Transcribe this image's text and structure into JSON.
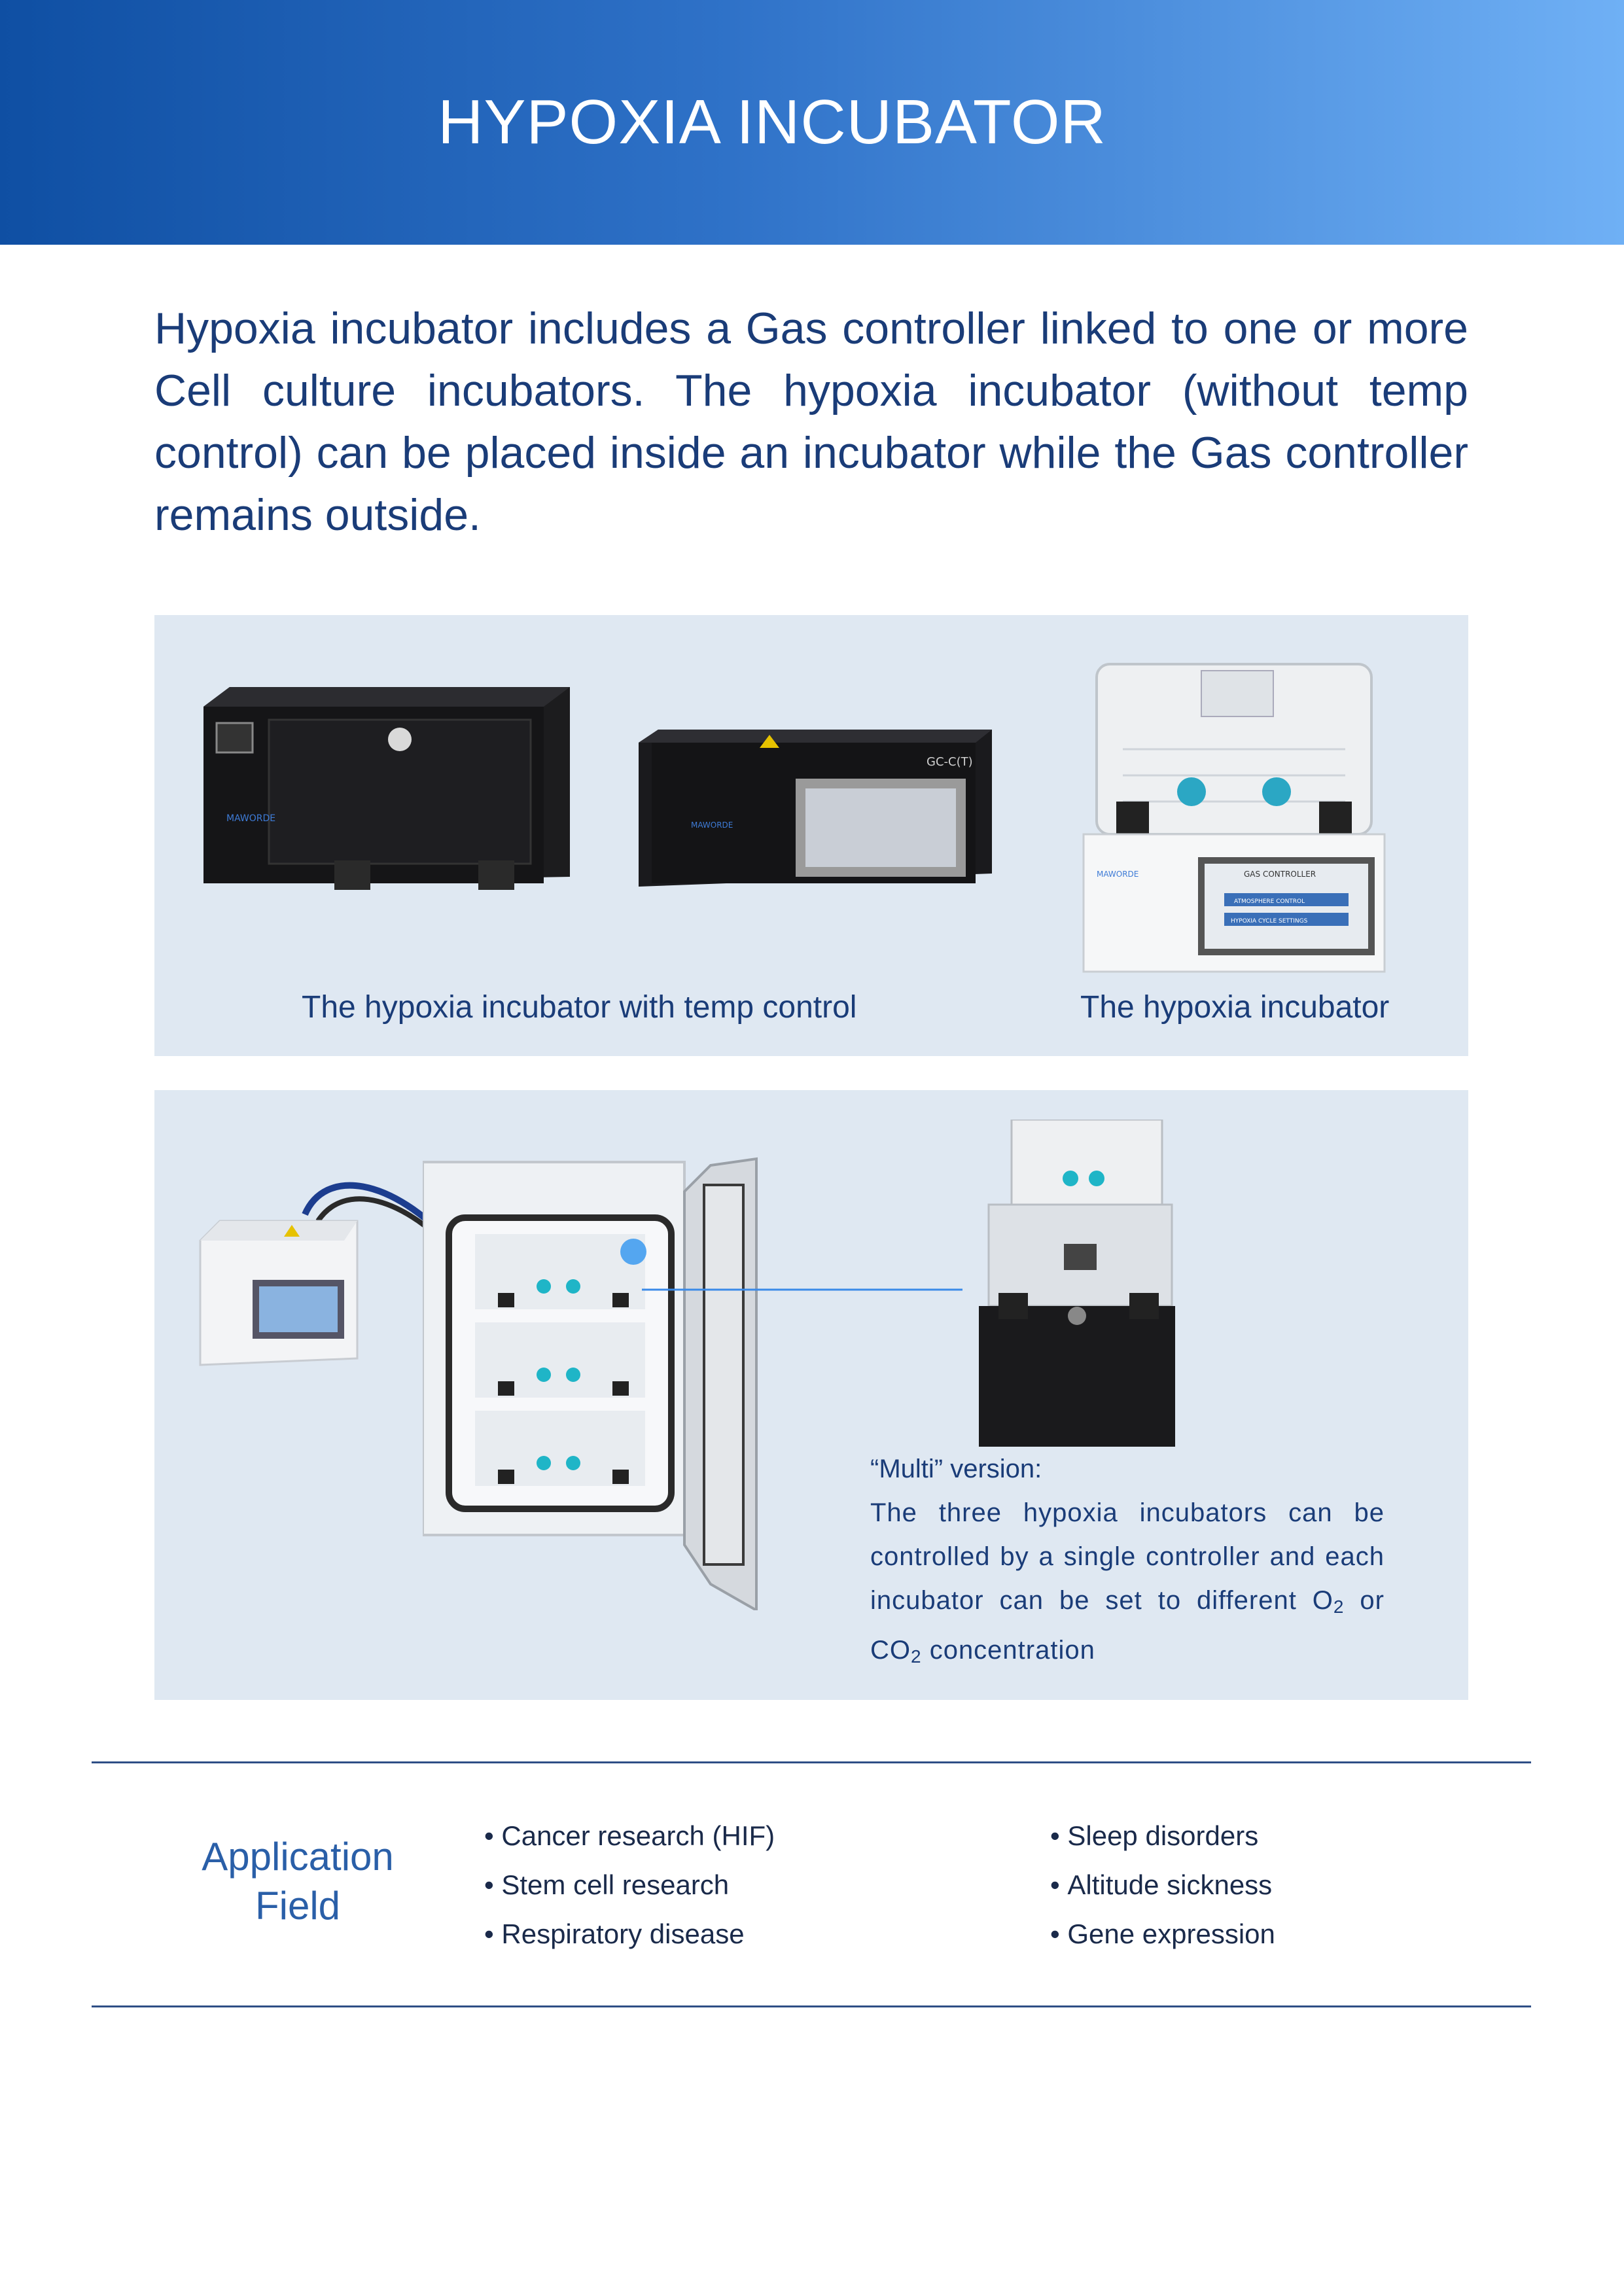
{
  "header": {
    "title": "HYPOXIA INCUBATOR"
  },
  "intro": "Hypoxia incubator includes a Gas controller linked to one or more Cell culture incubators. The hypoxia incubator (without temp control) can be placed inside an incubator while the Gas controller remains outside.",
  "panel1": {
    "caption_left": "The hypoxia incubator with temp control",
    "caption_right": "The hypoxia incubator",
    "device_labels": {
      "brand": "MAWORDE",
      "model": "GC-C(T)",
      "screen_title": "GAS CONTROLLER",
      "screen_btn1": "ATMOSPHERE CONTROL",
      "screen_btn2": "HYPOXIA CYCLE SETTINGS"
    }
  },
  "panel2": {
    "multi_title": "“Multi” version:",
    "multi_body_a": "The three hypoxia incubators can be controlled by a single controller and each incubator can be set to different O",
    "sub1": "2",
    "multi_body_b": " or CO",
    "sub2": "2",
    "multi_body_c": " concentration"
  },
  "application": {
    "title_line1": "Application",
    "title_line2": "Field",
    "col1": [
      "Cancer research (HIF)",
      "Stem cell research",
      "Respiratory disease"
    ],
    "col2": [
      "Sleep disorders",
      "Altitude sickness",
      "Gene expression"
    ]
  },
  "colors": {
    "header_start": "#0f4fa3",
    "header_end": "#6fb0f5",
    "text_primary": "#1a3c78",
    "panel_bg": "#dfe8f2",
    "accent": "#2a5fa8"
  }
}
